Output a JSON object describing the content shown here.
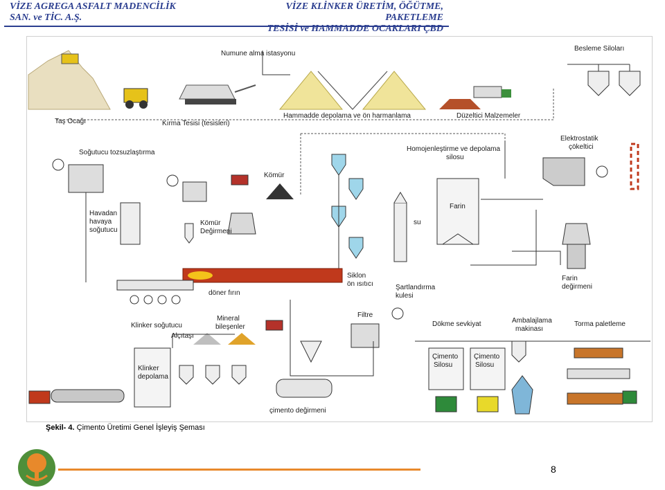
{
  "header": {
    "left_line1": "VİZE AGREGA ASFALT MADENCİLİK",
    "left_line2": "SAN. ve TİC. A.Ş.",
    "right_line1": "VİZE KLİNKER ÜRETİM, ÖĞÜTME, PAKETLEME",
    "right_line2": "TESİSİ ve HAMMADDE OCAKLARI ÇBD"
  },
  "diagram": {
    "labels": {
      "tas_ocagi": "Taş Ocağı",
      "kirma_tesisi": "Kırma Tesisi (tesisleri)",
      "numune": "Numune alma istasyonu",
      "hammadde": "Hammadde depolama ve ön harmanlama",
      "duzeltici": "Düzeltici Malzemeler",
      "besleme": "Besleme Siloları",
      "sogutucu_toz": "Soğutucu tozsuzlaştırma",
      "homojen1": "Homojenleştirme ve depolama",
      "homojen2": "silosu",
      "elektro1": "Elektrostatik",
      "elektro2": "çökeltici",
      "komur": "Kömür",
      "havadan1": "Havadan",
      "havadan2": "havaya",
      "havadan3": "soğutucu",
      "komur_deg1": "Kömür",
      "komur_deg2": "Değirmeni",
      "su": "su",
      "farin": "Farin",
      "siklon1": "Siklon",
      "siklon2": "ön ısıtıcı",
      "sartlandirma1": "Şartlandırma",
      "sartlandirma2": "kulesi",
      "donor_firin": "döner fırın",
      "farin_deg1": "Farin",
      "farin_deg2": "değirmeni",
      "filtre": "Filtre",
      "mineral1": "Mineral",
      "mineral2": "bileşenler",
      "klinker_sog": "Klinker soğutucu",
      "alcitasi": "Alçıtaşı",
      "dokme": "Dökme sevkiyat",
      "ambalaj1": "Ambalajlama",
      "ambalaj2": "makinası",
      "torma": "Torma paletleme",
      "klinker_dep1": "Klinker",
      "klinker_dep2": "depolama",
      "cimento_silo_a1": "Çimento",
      "cimento_silo_a2": "Silosu",
      "cimento_silo_b1": "Çimento",
      "cimento_silo_b2": "Silosu",
      "cimento_deg": "çimento değirmeni"
    }
  },
  "caption": {
    "prefix": "Şekil- 4.",
    "text": " Çimento Üretimi Genel İşleyiş Şeması"
  },
  "page_number": "8",
  "colors": {
    "header_blue": "#2a3d8f",
    "footer_orange": "#e8892b",
    "logo_green": "#4f8f3a",
    "kiln_red": "#c0391c"
  }
}
